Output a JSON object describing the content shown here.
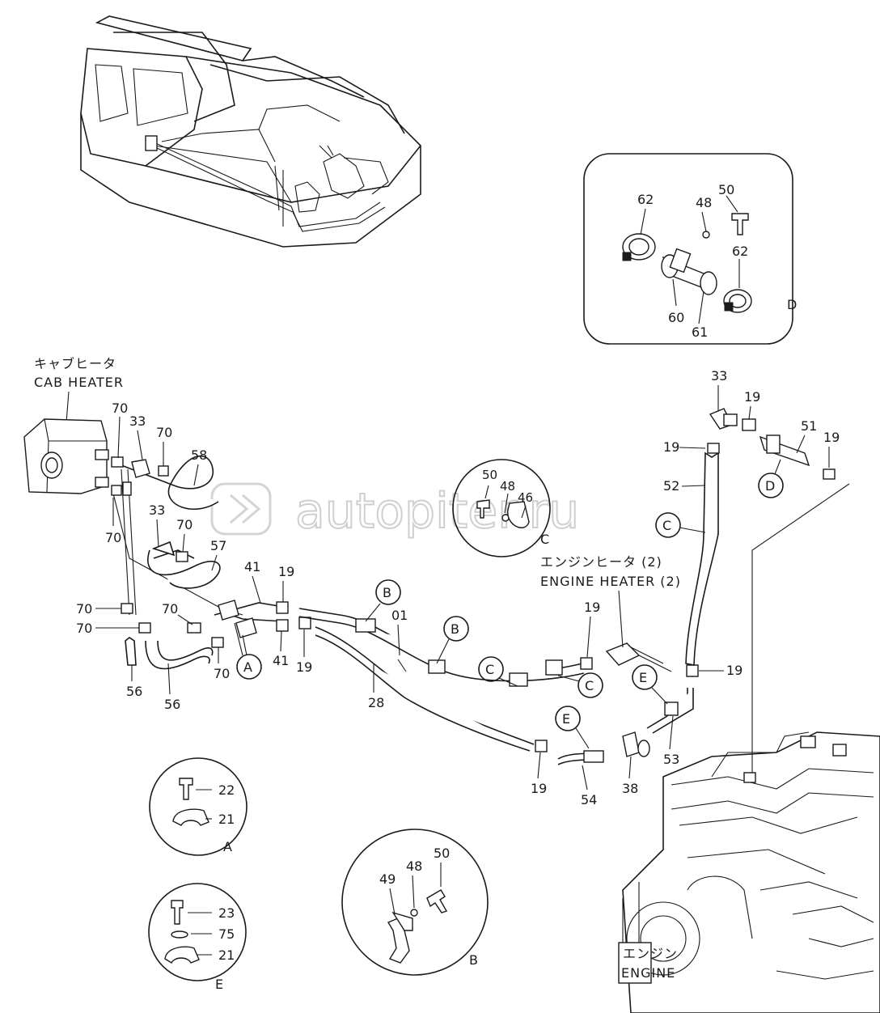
{
  "watermark": "autopiter.ru",
  "labels": {
    "cab_heater_jp": "キャブヒータ",
    "cab_heater_en": "CAB HEATER",
    "engine_heater_jp": "エンジンヒータ (2)",
    "engine_heater_en": "ENGINE HEATER (2)",
    "engine_jp": "エンジン",
    "engine_en": "ENGINE"
  },
  "callouts": {
    "A": "A",
    "B": "B",
    "C": "C",
    "D": "D",
    "E": "E"
  },
  "detail_letters": {
    "A": "A",
    "B": "B",
    "C": "C",
    "D": "D",
    "E": "E"
  },
  "part_numbers": {
    "p01": "01",
    "p19": "19",
    "p21": "21",
    "p22": "22",
    "p23": "23",
    "p28": "28",
    "p33": "33",
    "p38": "38",
    "p41": "41",
    "p46": "46",
    "p48": "48",
    "p49": "49",
    "p50": "50",
    "p51": "51",
    "p52": "52",
    "p53": "53",
    "p54": "54",
    "p56": "56",
    "p57": "57",
    "p58": "58",
    "p60": "60",
    "p61": "61",
    "p62": "62",
    "p70": "70",
    "p75": "75"
  }
}
